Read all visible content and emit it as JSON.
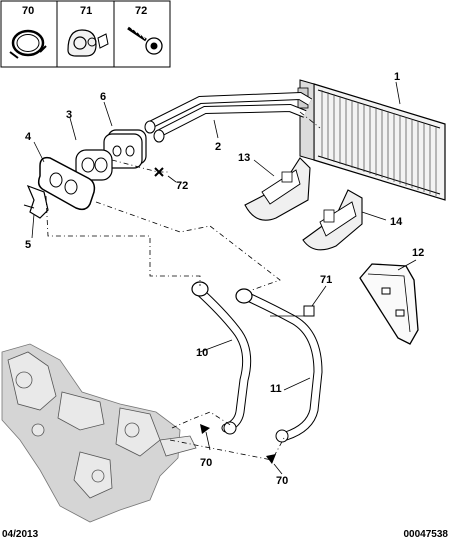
{
  "legend": [
    {
      "num": "70",
      "icon": "hose-clamp-icon"
    },
    {
      "num": "71",
      "icon": "pipe-clip-icon"
    },
    {
      "num": "72",
      "icon": "screw-icon"
    }
  ],
  "callouts": {
    "c1": "1",
    "c2": "2",
    "c3": "3",
    "c4": "4",
    "c5": "5",
    "c6": "6",
    "c10": "10",
    "c11": "11",
    "c12": "12",
    "c13": "13",
    "c14": "14",
    "c71": "71",
    "c72": "72",
    "c70a": "70",
    "c70b": "70"
  },
  "footer": {
    "date": "04/2013",
    "ref": "00047538"
  }
}
